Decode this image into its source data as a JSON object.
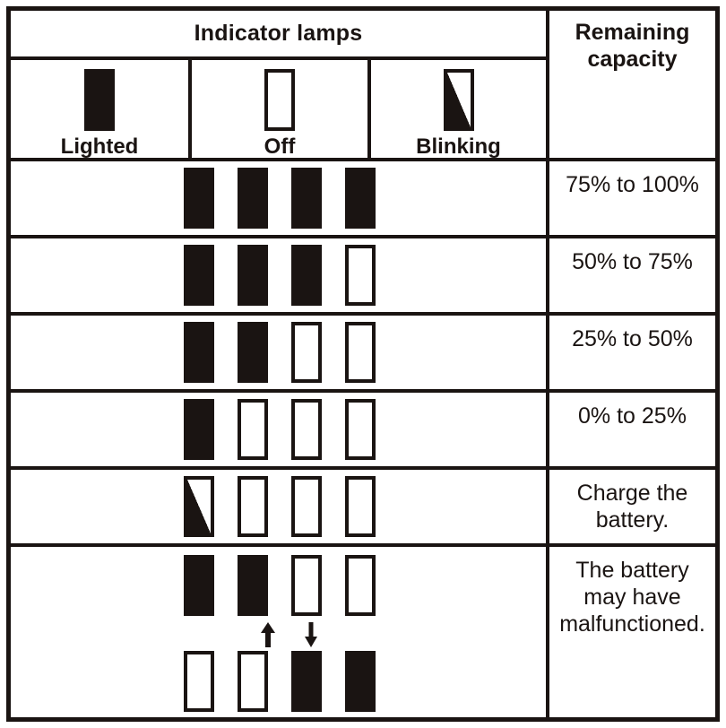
{
  "table": {
    "header": {
      "indicator_lamps": "Indicator lamps",
      "remaining_capacity": "Remaining\ncapacity"
    },
    "legend": [
      {
        "label": "Lighted",
        "state": "on",
        "icon": "lamp-lighted-icon"
      },
      {
        "label": "Off",
        "state": "off",
        "icon": "lamp-off-icon"
      },
      {
        "label": "Blinking",
        "state": "blink",
        "icon": "lamp-blinking-icon"
      }
    ],
    "rows": [
      {
        "lamps": [
          "on",
          "on",
          "on",
          "on"
        ],
        "capacity": "75% to 100%"
      },
      {
        "lamps": [
          "on",
          "on",
          "on",
          "off"
        ],
        "capacity": "50% to 75%"
      },
      {
        "lamps": [
          "on",
          "on",
          "off",
          "off"
        ],
        "capacity": "25% to 50%"
      },
      {
        "lamps": [
          "on",
          "off",
          "off",
          "off"
        ],
        "capacity": "0% to 25%"
      },
      {
        "lamps": [
          "blink",
          "off",
          "off",
          "off"
        ],
        "capacity": "Charge the\nbattery."
      },
      {
        "lamps": [
          "on",
          "on",
          "off",
          "off"
        ],
        "lamps_alt": [
          "off",
          "off",
          "on",
          "on"
        ],
        "arrows": [
          "up-arrow-icon",
          "down-arrow-icon"
        ],
        "capacity": "The battery\nmay have\nmalfunctioned."
      }
    ]
  },
  "colors": {
    "ink": "#1a1412",
    "paper": "#ffffff"
  }
}
